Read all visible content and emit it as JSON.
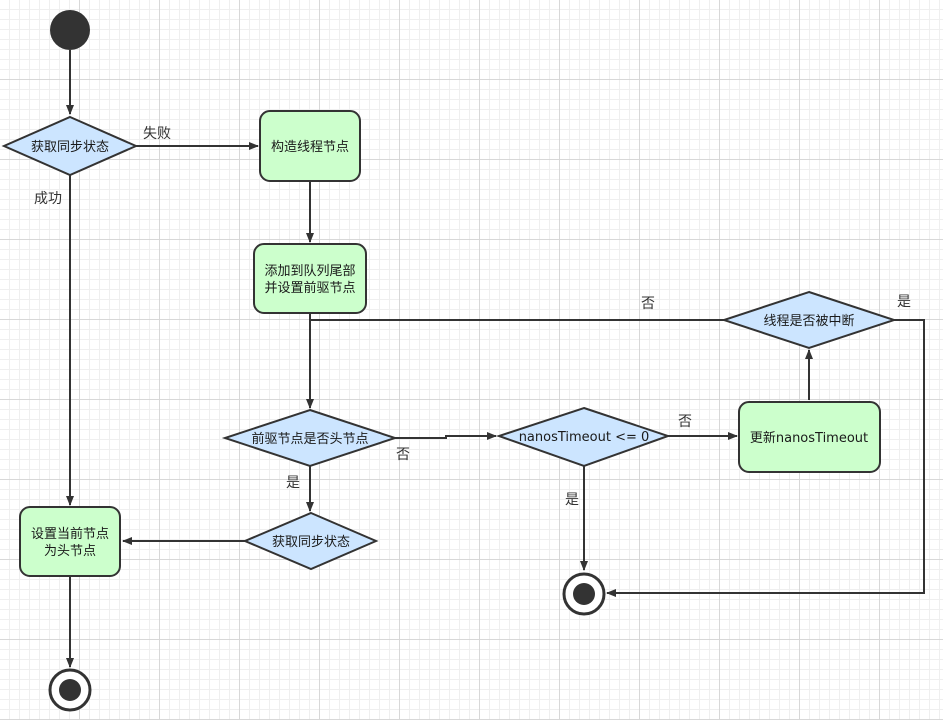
{
  "colors": {
    "process_fill": "#ccffcc",
    "decision_fill": "#cce5ff",
    "stroke": "#333333",
    "terminal": "#333333"
  },
  "nodes": {
    "acquire_state_1": "获取同步状态",
    "build_thread_node": "构造线程节点",
    "add_to_tail_line1": "添加到队列尾部",
    "add_to_tail_line2": "并设置前驱节点",
    "interrupted_check": "线程是否被中断",
    "predecessor_is_head": "前驱节点是否头节点",
    "nanos_check": "nanosTimeout <= 0",
    "update_nanos": "更新nanosTimeout",
    "acquire_state_2": "获取同步状态",
    "set_head_line1": "设置当前节点",
    "set_head_line2": "为头节点"
  },
  "edge_labels": {
    "fail": "失败",
    "success": "成功",
    "interrupted_no": "否",
    "interrupted_yes": "是",
    "predecessor_no": "否",
    "predecessor_yes": "是",
    "nanos_no": "否",
    "nanos_yes": "是"
  }
}
